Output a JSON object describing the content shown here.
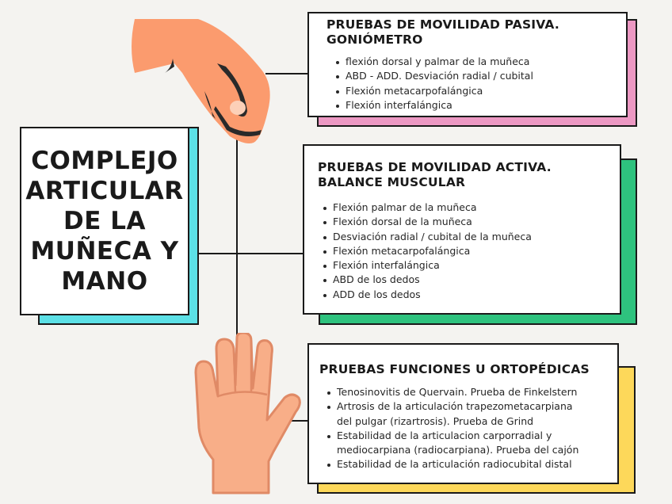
{
  "colors": {
    "background": "#f4f3f0",
    "title_accent": "#5ce0e6",
    "passive_accent": "#ec98c3",
    "active_accent": "#2ec27e",
    "orthopedic_accent": "#fdd85a",
    "skin": "#fb9b6e",
    "skin_light": "#f8ae88",
    "outline": "#1a1a1a"
  },
  "title": {
    "lines": [
      "COMPLEJO",
      "ARTICULAR",
      "DE LA",
      "MUÑECA Y",
      "MANO"
    ]
  },
  "icons": {
    "top": "pinching-hand-icon",
    "bottom": "open-hand-icon"
  },
  "sections": [
    {
      "id": "passive",
      "title_lines": [
        "PRUEBAS DE MOVILIDAD PASIVA.",
        "GONIÓMETRO"
      ],
      "items": [
        [
          "flexión dorsal y palmar de la muñeca"
        ],
        [
          "ABD - ADD. Desviación radial / cubital"
        ],
        [
          "Flexión metacarpofalángica"
        ],
        [
          "Flexión interfalángica"
        ]
      ]
    },
    {
      "id": "active",
      "title_lines": [
        "PRUEBAS DE MOVILIDAD ACTIVA.",
        "BALANCE MUSCULAR"
      ],
      "items": [
        [
          "Flexión palmar de la muñeca"
        ],
        [
          "Flexión dorsal de la muñeca"
        ],
        [
          "Desviación radial / cubital de la muñeca"
        ],
        [
          "Flexión metacarpofalángica"
        ],
        [
          "Flexión interfalángica"
        ],
        [
          "ABD de los dedos"
        ],
        [
          "ADD de los dedos"
        ]
      ]
    },
    {
      "id": "orthopedic",
      "title_lines": [
        "PRUEBAS FUNCIONES U ORTOPÉDICAS"
      ],
      "items": [
        [
          "Tenosinovitis de Quervain. Prueba de Finkelstern"
        ],
        [
          "Artrosis de la articulación trapezometacarpiana",
          "del pulgar (rizartrosis). Prueba de Grind"
        ],
        [
          "Estabilidad de la articulacion carporradial y",
          "mediocarpiana (radiocarpiana). Prueba del cajón"
        ],
        [
          "Estabilidad de la articulación radiocubital distal"
        ]
      ]
    }
  ]
}
